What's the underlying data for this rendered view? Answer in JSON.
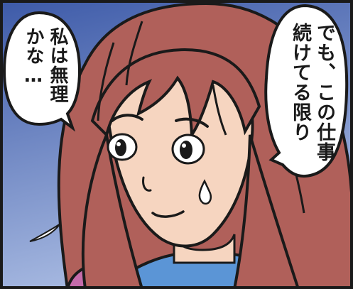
{
  "panel": {
    "colors": {
      "background_top": "#3d5aa8",
      "background_bottom": "#9fb2dc",
      "hair": "#b0605a",
      "skin": "#f6d5c0",
      "shirt": "#5b95d6",
      "sleeve": "#c56cab",
      "outline": "#1a1a1a",
      "bubble": "#ffffff"
    },
    "right_bubble": {
      "lines": [
        "でも、この仕事",
        "続けてる限り"
      ]
    },
    "left_bubble": {
      "lines": [
        "私は無理",
        "かな…"
      ]
    }
  }
}
